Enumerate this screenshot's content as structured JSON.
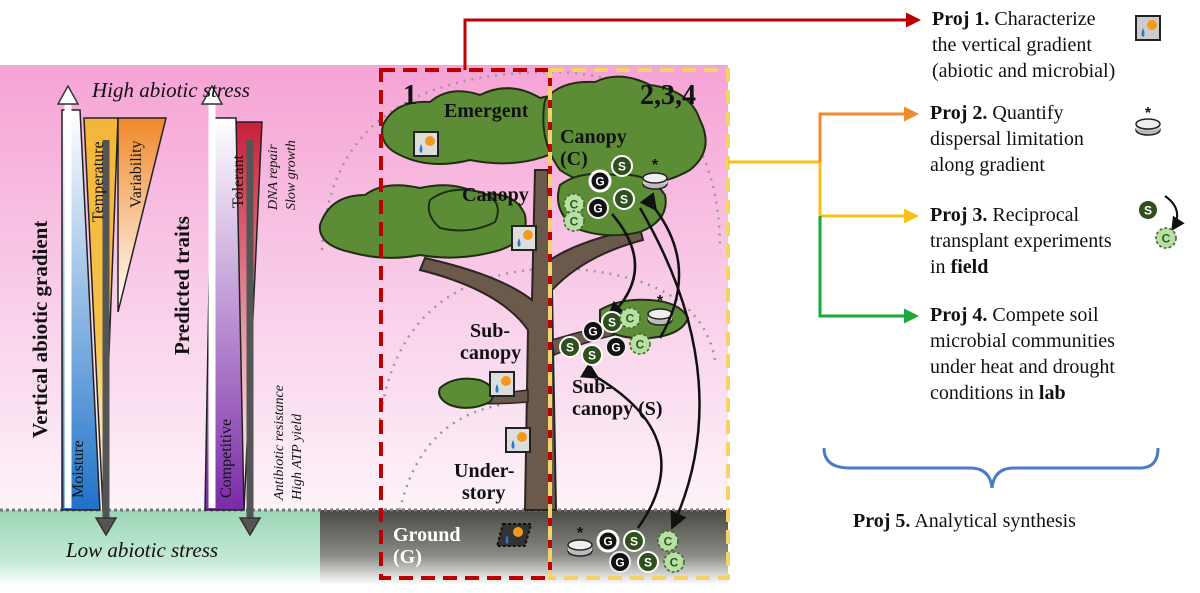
{
  "stress": {
    "high": "High abiotic stress",
    "low": "Low abiotic stress"
  },
  "gradient": {
    "title": "Vertical abiotic gradient",
    "moisture": "Moisture",
    "temperature": "Temperature",
    "variability": "Variability"
  },
  "traits": {
    "title": "Predicted traits",
    "tolerant": "Tolerant",
    "competitive": "Competitive",
    "tolerant_notes": [
      "DNA repair",
      "Slow growth"
    ],
    "competitive_notes": [
      "Antibiotic resistance",
      "High ATP yield"
    ]
  },
  "tree": {
    "emergent": "Emergent",
    "canopy": "Canopy",
    "subcanopy": [
      "Sub-",
      "canopy"
    ],
    "understory": [
      "Under-",
      "story"
    ],
    "ground": [
      "Ground",
      "(G)"
    ],
    "canopy_c": [
      "Canopy",
      "(C)"
    ],
    "subcanopy_s": [
      "Sub-",
      "canopy (S)"
    ]
  },
  "boxes": {
    "left_label": "1",
    "right_label": "2,3,4"
  },
  "markers": {
    "c": "C",
    "g": "G",
    "s": "S",
    "asterisk": "*"
  },
  "projects": [
    {
      "id": "Proj 1.",
      "lines": [
        "Characterize",
        "the vertical gradient",
        "(abiotic and microbial)"
      ]
    },
    {
      "id": "Proj 2.",
      "lines": [
        "Quantify",
        "dispersal limitation",
        "along gradient"
      ]
    },
    {
      "id": "Proj 3.",
      "lines": [
        "Reciprocal",
        "transplant experiments",
        "in "
      ],
      "bold_tail": "field"
    },
    {
      "id": "Proj 4.",
      "lines": [
        "Compete soil",
        "microbial communities",
        "under heat and drought",
        "conditions in "
      ],
      "bold_tail": "lab"
    },
    {
      "id": "Proj 5.",
      "lines": [
        "Analytical synthesis"
      ]
    }
  ],
  "colors": {
    "pink_top": "#f5a9d6",
    "ground_green": "#a8dcc0",
    "red": "#c00000",
    "orange": "#f08a2c",
    "yellow": "#f6c21a",
    "green": "#1aaa3c",
    "blue_brace": "#4a7cc8",
    "tree_green": "#5d8c36",
    "trunk": "#6b5a4c"
  }
}
